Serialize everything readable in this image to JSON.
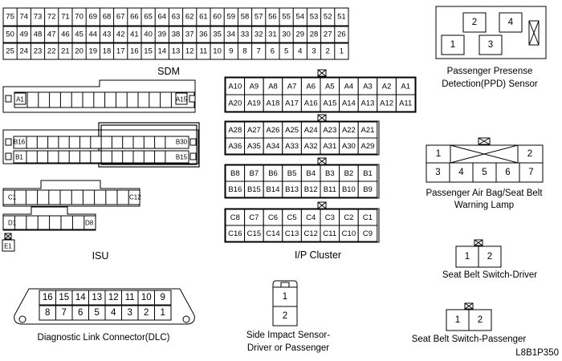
{
  "sdm": {
    "label": "SDM",
    "row1": [
      "75",
      "74",
      "73",
      "72",
      "71",
      "70",
      "69",
      "68",
      "67",
      "66",
      "65",
      "64",
      "63",
      "62",
      "61",
      "60",
      "59",
      "58",
      "57",
      "56",
      "55",
      "54",
      "53",
      "52",
      "51"
    ],
    "row2": [
      "50",
      "49",
      "48",
      "47",
      "46",
      "45",
      "44",
      "43",
      "42",
      "41",
      "40",
      "39",
      "38",
      "37",
      "36",
      "35",
      "34",
      "33",
      "32",
      "31",
      "30",
      "29",
      "28",
      "27",
      "26"
    ],
    "row3": [
      "25",
      "24",
      "23",
      "22",
      "21",
      "20",
      "19",
      "18",
      "17",
      "16",
      "15",
      "14",
      "13",
      "12",
      "11",
      "10",
      "9",
      "8",
      "7",
      "6",
      "5",
      "4",
      "3",
      "2",
      "1"
    ]
  },
  "isu": {
    "label": "ISU",
    "a_left": "A1",
    "a_right": "A15",
    "b_top_left": "B16",
    "b_top_right": "B30",
    "b_bot_left": "B1",
    "b_bot_right": "B15",
    "c_left": "C1",
    "c_right": "C12",
    "d_left": "D1",
    "d_right": "D8",
    "e": "E1"
  },
  "ip_cluster": {
    "label": "I/P Cluster",
    "a_row1": [
      "A10",
      "A9",
      "A8",
      "A7",
      "A6",
      "A5",
      "A4",
      "A3",
      "A2",
      "A1"
    ],
    "a_row2": [
      "A20",
      "A19",
      "A18",
      "A17",
      "A16",
      "A15",
      "A14",
      "A13",
      "A12",
      "A11"
    ],
    "a2_row1": [
      "A28",
      "A27",
      "A26",
      "A25",
      "A24",
      "A23",
      "A22",
      "A21"
    ],
    "a2_row2": [
      "A36",
      "A35",
      "A34",
      "A33",
      "A32",
      "A31",
      "A30",
      "A29"
    ],
    "b_row1": [
      "B8",
      "B7",
      "B6",
      "B5",
      "B4",
      "B3",
      "B2",
      "B1"
    ],
    "b_row2": [
      "B16",
      "B15",
      "B14",
      "B13",
      "B12",
      "B11",
      "B10",
      "B9"
    ],
    "c_row1": [
      "C8",
      "C7",
      "C6",
      "C5",
      "C4",
      "C3",
      "C2",
      "C1"
    ],
    "c_row2": [
      "C16",
      "C15",
      "C14",
      "C13",
      "C12",
      "C11",
      "C10",
      "C9"
    ]
  },
  "ppd": {
    "label_line1": "Passenger Presense",
    "label_line2": "Detection(PPD) Sensor",
    "pins": [
      "1",
      "2",
      "3",
      "4"
    ]
  },
  "airbag_lamp": {
    "label_line1": "Passenger Air Bag/Seat Belt",
    "label_line2": "Warning Lamp",
    "top": [
      "1",
      "2"
    ],
    "bottom": [
      "3",
      "4",
      "5",
      "6",
      "7"
    ]
  },
  "seatbelt_driver": {
    "label": "Seat Belt Switch-Driver",
    "pins": [
      "1",
      "2"
    ]
  },
  "seatbelt_passenger": {
    "label": "Seat Belt Switch-Passenger",
    "pins": [
      "1",
      "2"
    ]
  },
  "side_impact": {
    "label_line1": "Side Impact Sensor-",
    "label_line2": "Driver or Passenger",
    "pins": [
      "1",
      "2"
    ]
  },
  "dlc": {
    "label": "Diagnostic Link Connector(DLC)",
    "row1": [
      "16",
      "15",
      "14",
      "13",
      "12",
      "11",
      "10",
      "9"
    ],
    "row2": [
      "8",
      "7",
      "6",
      "5",
      "4",
      "3",
      "2",
      "1"
    ]
  },
  "figure_code": "L8B1P350"
}
